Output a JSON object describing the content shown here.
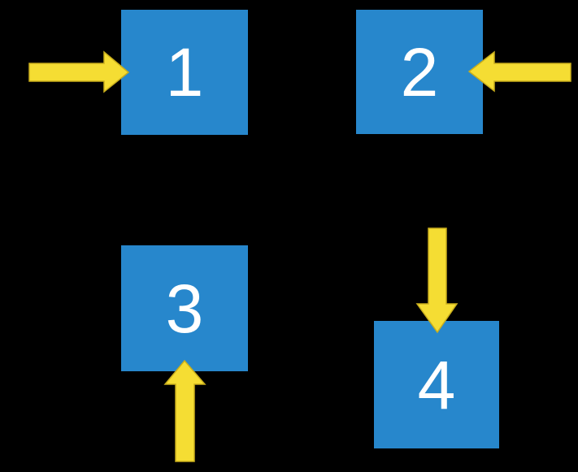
{
  "scene": {
    "description": "Four numbered blue squares on a black background, each with a yellow arrow pointing into it",
    "background_color": "#000000"
  },
  "colors": {
    "square_fill": "#2787CC",
    "arrow_fill": "#F5DD33",
    "arrow_outline": "#C9AE1C",
    "label_text": "#FFFFFF"
  },
  "squares": [
    {
      "label": "1",
      "arrow_direction": "from-left"
    },
    {
      "label": "2",
      "arrow_direction": "from-right"
    },
    {
      "label": "3",
      "arrow_direction": "from-below"
    },
    {
      "label": "4",
      "arrow_direction": "from-above"
    }
  ]
}
